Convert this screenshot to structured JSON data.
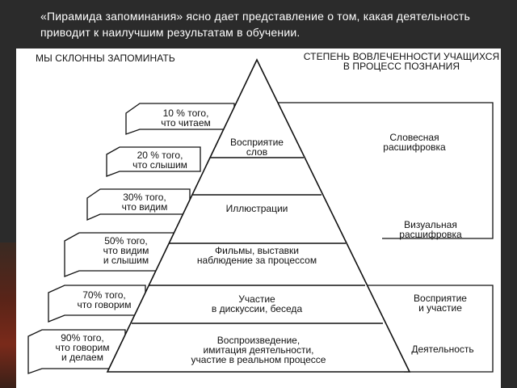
{
  "caption": "«Пирамида запоминания» ясно дает представление о том, какая деятельность приводит к наилучшим результатам в обучении.",
  "headers": {
    "left": "МЫ СКЛОННЫ ЗАПОМИНАТЬ",
    "right": "СТЕПЕНЬ ВОВЛЕЧЕННОСТИ УЧАЩИХСЯ В ПРОЦЕСС ПОЗНАНИЯ"
  },
  "percent_boxes": [
    {
      "l1": "10 % того,",
      "l2": "что читаем",
      "l3": ""
    },
    {
      "l1": "20 % того,",
      "l2": "что слышим",
      "l3": ""
    },
    {
      "l1": "30% того,",
      "l2": "что видим",
      "l3": ""
    },
    {
      "l1": "50% того,",
      "l2": "что видим",
      "l3": "и слышим"
    },
    {
      "l1": "70% того,",
      "l2": "что говорим",
      "l3": ""
    },
    {
      "l1": "90% того,",
      "l2": "что говорим",
      "l3": "и делаем"
    }
  ],
  "pyramid_levels": [
    {
      "l1": "Восприятие",
      "l2": "слов",
      "l3": ""
    },
    {
      "l1": "Иллюстрации",
      "l2": "",
      "l3": ""
    },
    {
      "l1": "Фильмы, выставки",
      "l2": "наблюдение за процессом",
      "l3": ""
    },
    {
      "l1": "Участие",
      "l2": "в дискуссии, беседа",
      "l3": ""
    },
    {
      "l1": "Воспроизведение,",
      "l2": "имитация деятельности,",
      "l3": "участие в реальном процессе"
    }
  ],
  "right_labels": [
    {
      "l1": "Словесная",
      "l2": "расшифровка"
    },
    {
      "l1": "Визуальная",
      "l2": "расшифровка"
    },
    {
      "l1": "Восприятие",
      "l2": "и участие"
    },
    {
      "l1": "Деятельность",
      "l2": ""
    }
  ]
}
